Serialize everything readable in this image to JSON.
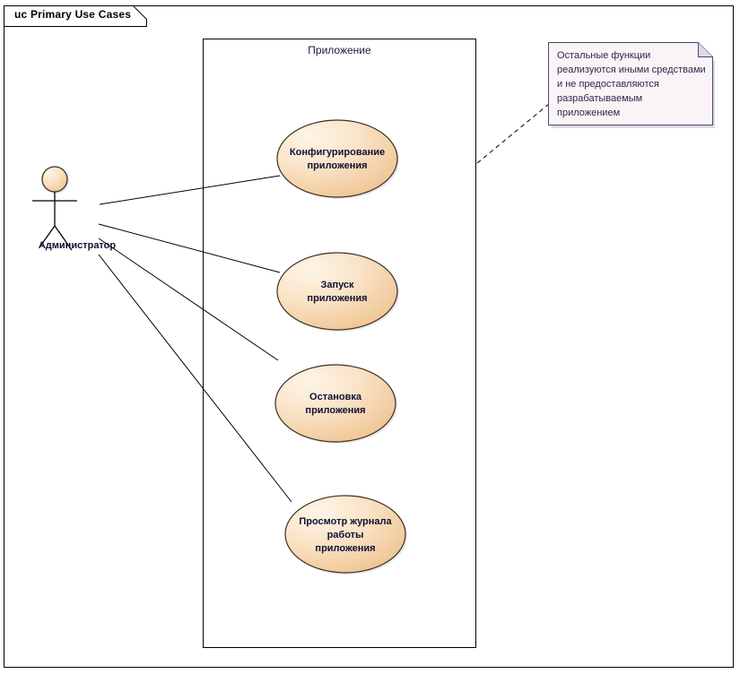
{
  "frame": {
    "title": "uc Primary Use Cases"
  },
  "boundary": {
    "label": "Приложение"
  },
  "actor": {
    "name": "Администратор",
    "icon": "actor-stick-figure-icon"
  },
  "use_cases": [
    {
      "id": "configure",
      "label": "Конфигурирование приложения"
    },
    {
      "id": "start",
      "label": "Запуск приложения"
    },
    {
      "id": "stop",
      "label": "Остановка приложения"
    },
    {
      "id": "viewlog",
      "label": "Просмотр журнала работы приложения"
    }
  ],
  "note": {
    "text": "Остальные функции реализуются иными средствами и не предоставляются разрабатываемым приложением",
    "icon": "note-folded-corner-icon"
  },
  "colors": {
    "ellipse_fill_light": "#fdf3e3",
    "ellipse_fill_dark": "#f0c896",
    "ellipse_stroke": "#3b2f20",
    "note_fill": "#fbf4f7",
    "note_stroke": "#4a4a6a",
    "line_stroke": "#000000",
    "frame_stroke": "#000000",
    "shadow": "#b9b9c4"
  }
}
